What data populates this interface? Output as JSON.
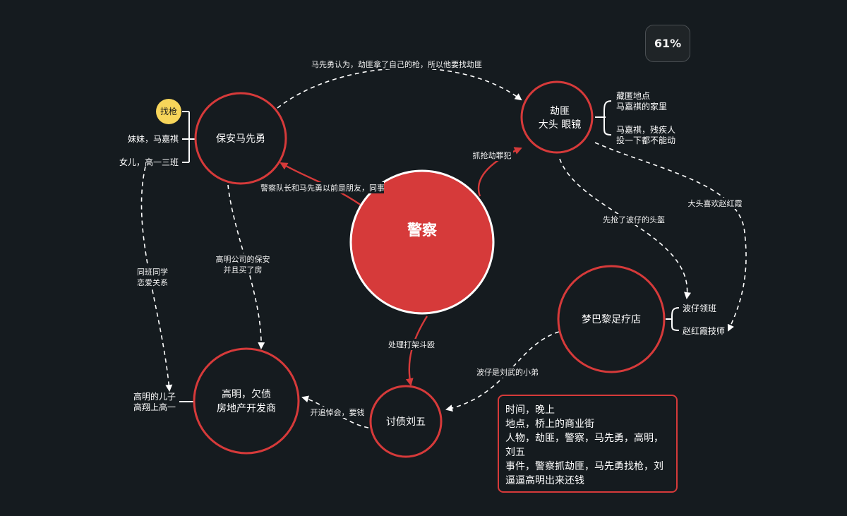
{
  "zoom": "61%",
  "colors": {
    "background": "#151b1f",
    "node_border": "#d63a3a",
    "center_fill": "#d63a3a",
    "tag_fill": "#f7d55a",
    "link_dashed": "#ffffff",
    "link_solid": "#d63a3a"
  },
  "nodes": {
    "center": {
      "label": "警察"
    },
    "guard": {
      "label": "保安马先勇"
    },
    "robber": {
      "line1": "劫匪",
      "line2": "大头 眼镜"
    },
    "spa": {
      "label": "梦巴黎足疗店"
    },
    "gaoming": {
      "line1": "高明，欠债",
      "line2": "房地产开发商"
    },
    "liuwu": {
      "label": "讨债刘五"
    }
  },
  "tags": {
    "find_gun": "找枪"
  },
  "side_notes": {
    "guard_sister": "妹妹，马嘉祺",
    "guard_daughter": "女儿，高一三班",
    "robber_hideout_1": "藏匿地点",
    "robber_hideout_2": "马嘉祺的家里",
    "robber_note_1": "马嘉祺，残疾人",
    "robber_note_2": "投一下都不能动",
    "spa_bozai": "波仔领班",
    "spa_zhao": "赵红霞技师",
    "gaoming_son_1": "高明的儿子",
    "gaoming_son_2": "高翔上高一"
  },
  "links": {
    "guard_to_robber": "马先勇认为，劫匪拿了自己的枪，所以他要找劫匪",
    "center_to_guard": "警察队长和马先勇以前是朋友，同事",
    "center_to_robber": "抓抢劫罪犯",
    "classmates_1": "同班同学",
    "classmates_2": "恋爱关系",
    "guard_to_gaoming_1": "高明公司的保安",
    "guard_to_gaoming_2": "并且买了房",
    "robber_to_spa": "先抢了波仔的头盔",
    "robber_likes": "大头喜欢赵红霞",
    "center_to_liuwu": "处理打架斗殴",
    "spa_to_liuwu": "波仔是刘武的小弟",
    "liuwu_to_gaoming": "开追悼会，要钱"
  },
  "info": {
    "time": "时间，晚上",
    "place": "地点，桥上的商业街",
    "people": "人物，劫匪，警察，马先勇，高明，刘五",
    "event": "事件，警察抓劫匪，马先勇找枪，刘逼逼高明出来还钱"
  }
}
